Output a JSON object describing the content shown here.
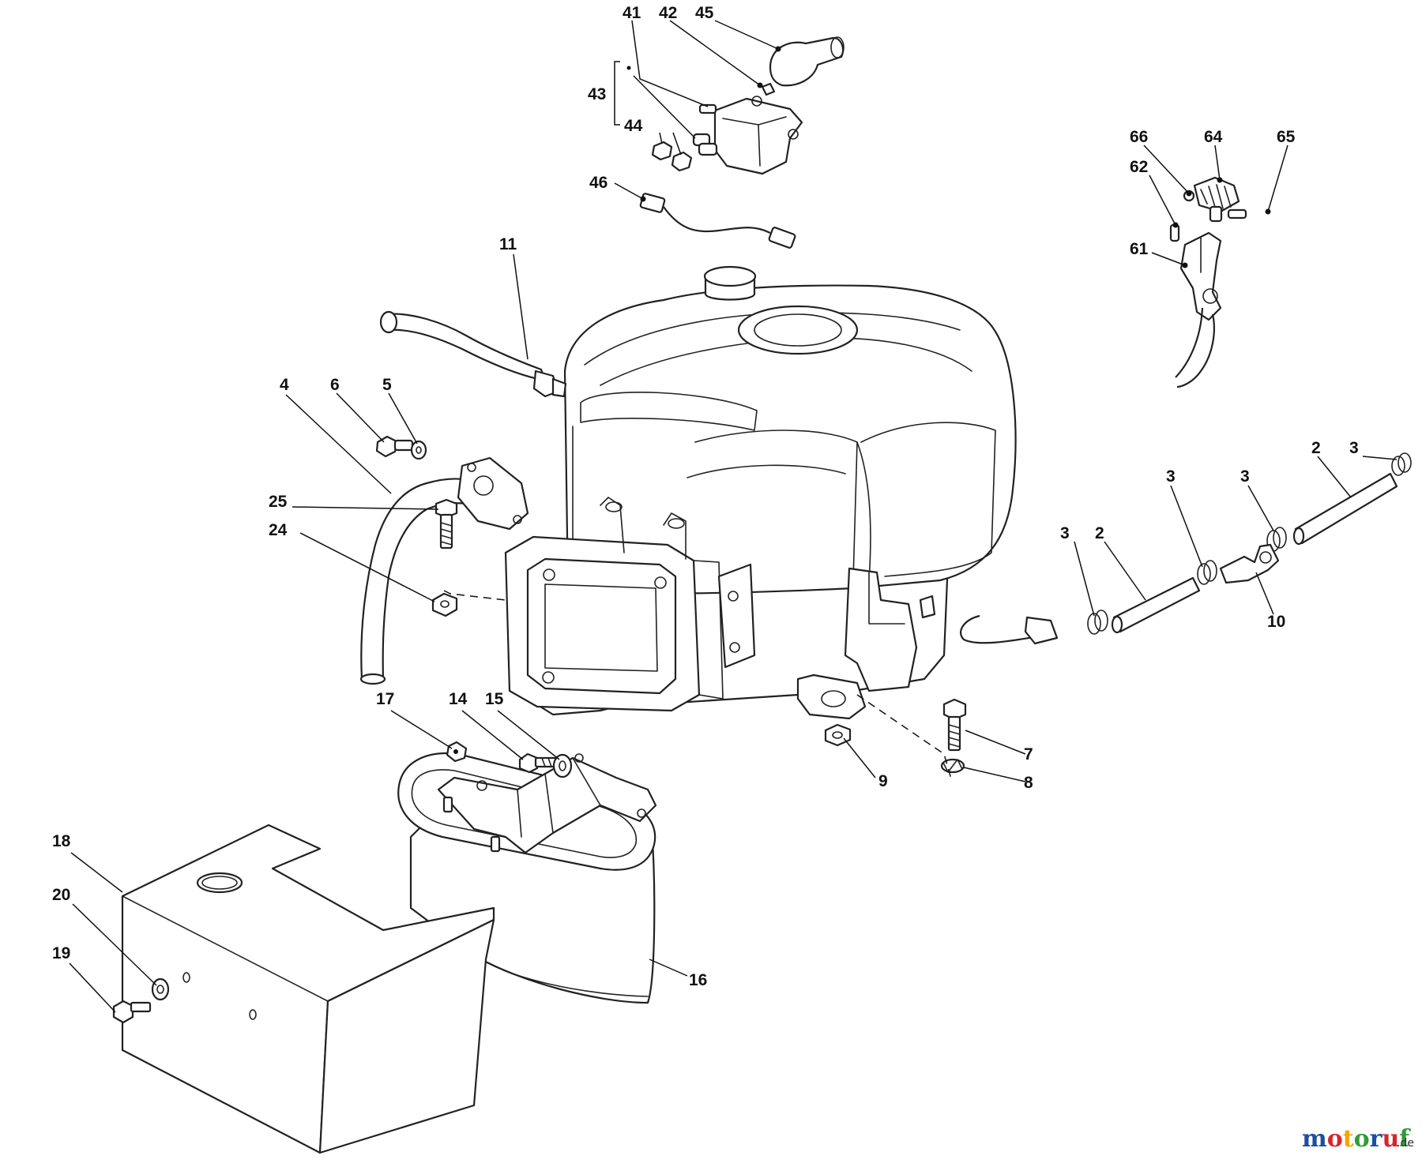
{
  "diagram": {
    "callouts": {
      "c41": "41",
      "c42": "42",
      "c45": "45",
      "c43": "43",
      "c44": "44",
      "c46": "46",
      "c66": "66",
      "c64": "64",
      "c65": "65",
      "c62": "62",
      "c61": "61",
      "c11": "11",
      "c4": "4",
      "c6": "6",
      "c5": "5",
      "c25": "25",
      "c24": "24",
      "c3a": "3",
      "c2a": "2",
      "c3b": "3",
      "c3c": "3",
      "c2b": "2",
      "c3d": "3",
      "c10": "10",
      "c17": "17",
      "c14": "14",
      "c15": "15",
      "c7": "7",
      "c8": "8",
      "c9": "9",
      "c18": "18",
      "c20": "20",
      "c19": "19",
      "c16": "16"
    }
  },
  "watermark": {
    "brand": "motoruf",
    "suffix": ".de",
    "colors": [
      "#1f4ea1",
      "#d7262b",
      "#f2a500",
      "#2f9b3a",
      "#1f4ea1",
      "#d7262b",
      "#2f9b3a"
    ]
  }
}
